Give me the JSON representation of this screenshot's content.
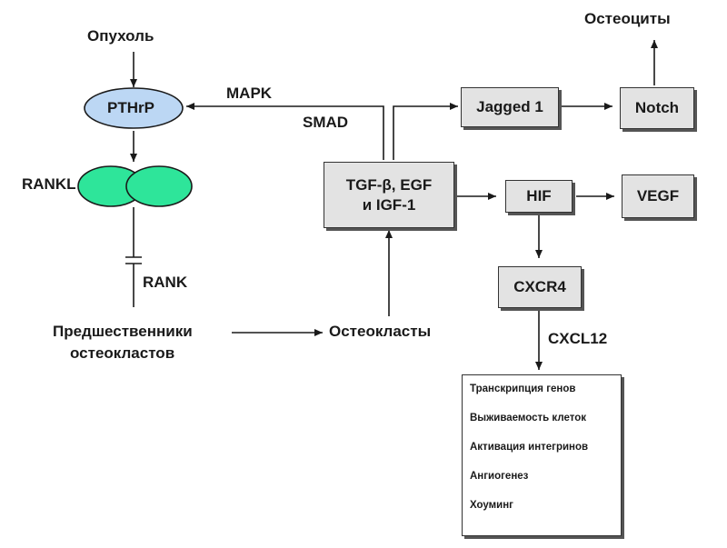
{
  "labels": {
    "tumor": "Опухоль",
    "pthrp": "PTHrP",
    "rankl": "RANKL",
    "rank": "RANK",
    "precursors_line1": "Предшественники",
    "precursors_line2": "остеокластов",
    "osteoclasts": "Остеокласты",
    "mapk": "MAPK",
    "smad": "SMAD",
    "osteocytes": "Остеоциты",
    "cxcl12": "CXCL12"
  },
  "boxes": {
    "growth_factors_line1": "TGF-β, EGF",
    "growth_factors_line2": "и IGF-1",
    "jagged1": "Jagged 1",
    "notch": "Notch",
    "hif": "HIF",
    "vegf": "VEGF",
    "cxcr4": "CXCR4"
  },
  "effects": [
    "Транскрипция генов",
    "Выживаемость клеток",
    "Активация интегринов",
    "Ангиогенез",
    "Хоуминг"
  ],
  "colors": {
    "pthrp_fill": "#bcd7f4",
    "rankl_fill": "#2ee59a",
    "box_fill": "#e3e3e3"
  }
}
